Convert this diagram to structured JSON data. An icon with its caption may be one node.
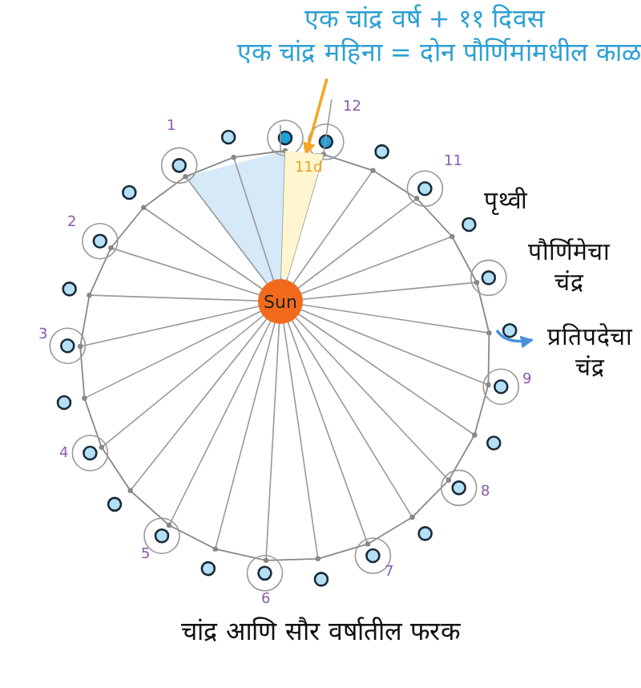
{
  "diagram": {
    "caption": "चांद्र आणि सौर वर्षातील फरक",
    "nodes": [
      {
        "text": [
          "Sun"
        ]
      },
      {
        "text": [
          "एक चांद्र वर्ष + ११ दिवस",
          "एक चांद्र महिना = दोन पौर्णिमांमधील काळ"
        ]
      },
      {
        "text": [
          "प्रतिपदेचा चंद्र"
        ]
      },
      {
        "text": [
          "11d"
        ]
      }
    ],
    "edges": [
      {
        "from": 1,
        "to": 3,
        "arrow": "to",
        "color": "#f5a623"
      },
      {
        "from": null,
        "to": 2,
        "arrow": "to",
        "color": "#4a90d9"
      }
    ],
    "labels": [
      "12",
      "1",
      "11",
      "पृथ्वी",
      "पौर्णिमेचा चंद्र",
      "2",
      "9",
      "3",
      "4",
      "8",
      "5",
      "7",
      "6"
    ]
  }
}
